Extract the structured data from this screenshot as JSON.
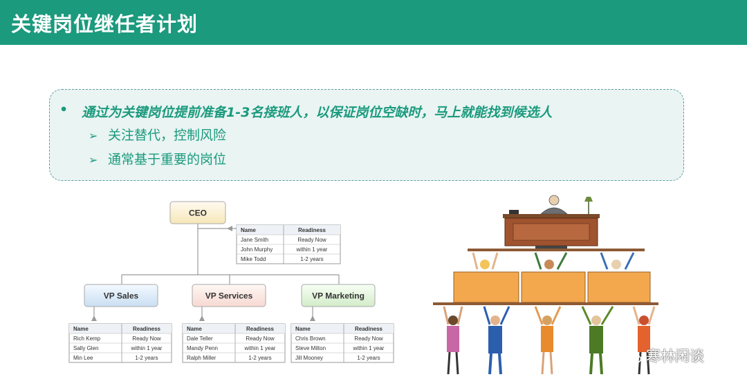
{
  "header": {
    "title": "关键岗位继任者计划"
  },
  "callout": {
    "bullet": "•",
    "main_point": "通过为关键岗位提前准备1-3名接班人，以保证岗位空缺时，马上就能找到候选人",
    "sub_arrow": "➢",
    "sub_points": [
      "关注替代，控制风险",
      "通常基于重要的岗位"
    ]
  },
  "org_chart": {
    "top": {
      "title": "CEO",
      "table": {
        "headers": [
          "Name",
          "Readiness"
        ],
        "rows": [
          [
            "Jane Smith",
            "Ready Now"
          ],
          [
            "John Murphy",
            "within 1 year"
          ],
          [
            "Mike Todd",
            "1-2 years"
          ]
        ]
      }
    },
    "branches": [
      {
        "title": "VP Sales",
        "table": {
          "headers": [
            "Name",
            "Readiness"
          ],
          "rows": [
            [
              "Rich Kemp",
              "Ready Now"
            ],
            [
              "Sally Glen",
              "within 1 year"
            ],
            [
              "Min Lee",
              "1-2 years"
            ]
          ]
        }
      },
      {
        "title": "VP Services",
        "table": {
          "headers": [
            "Name",
            "Readiness"
          ],
          "rows": [
            [
              "Dale Teller",
              "Ready Now"
            ],
            [
              "Mandy Penn",
              "within 1 year"
            ],
            [
              "Ralph Miller",
              "1-2 years"
            ]
          ]
        }
      },
      {
        "title": "VP Marketing",
        "table": {
          "headers": [
            "Name",
            "Readiness"
          ],
          "rows": [
            [
              "Chris Brown",
              "Ready Now"
            ],
            [
              "Steve Milton",
              "within 1 year"
            ],
            [
              "Jill Mooney",
              "1-2 years"
            ]
          ]
        }
      }
    ],
    "colors": {
      "ceo": "#f6e7b8",
      "sales": "#c9dff2",
      "services": "#f7d9d2",
      "marketing": "#d3ecc9"
    }
  },
  "watermark": {
    "text": "寒林闲谈",
    "icon": "wechat-icon"
  }
}
